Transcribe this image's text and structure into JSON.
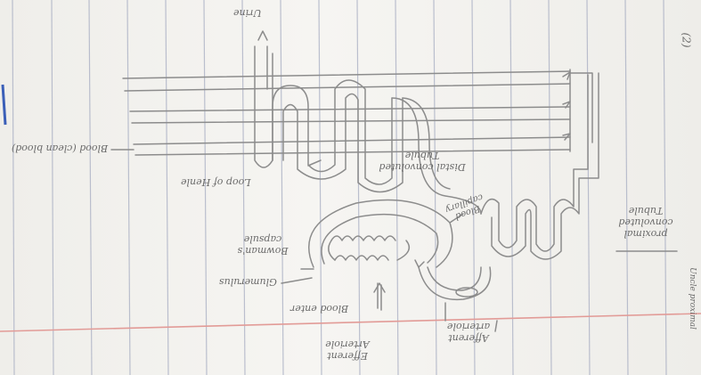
{
  "page": {
    "number": "(2)",
    "paper_color": "#f3f2ee",
    "rule_color": "#9aa0b8",
    "margin_color": "#e8a3a0",
    "pencil_color": "#8a8a8a"
  },
  "labels": {
    "urine": "Urine",
    "blood_clean": "Blood (clean blood)",
    "loop_of_henle": "Loop of Henle",
    "distal_tubule": "Distal convoluted Tubule",
    "blood_capillary": "Blood capillary",
    "bowmans_capsule": "Bowman's capsule",
    "glomerulus": "Glumerulus",
    "blood_enter": "Blood enter",
    "afferent_arteriole": "Efferent Arteriole",
    "efferent_arteriole": "Afferent arteriole",
    "proximal_tubule": "proximal convoluted Tubule",
    "uncle_proximal": "Uncle proximal"
  }
}
